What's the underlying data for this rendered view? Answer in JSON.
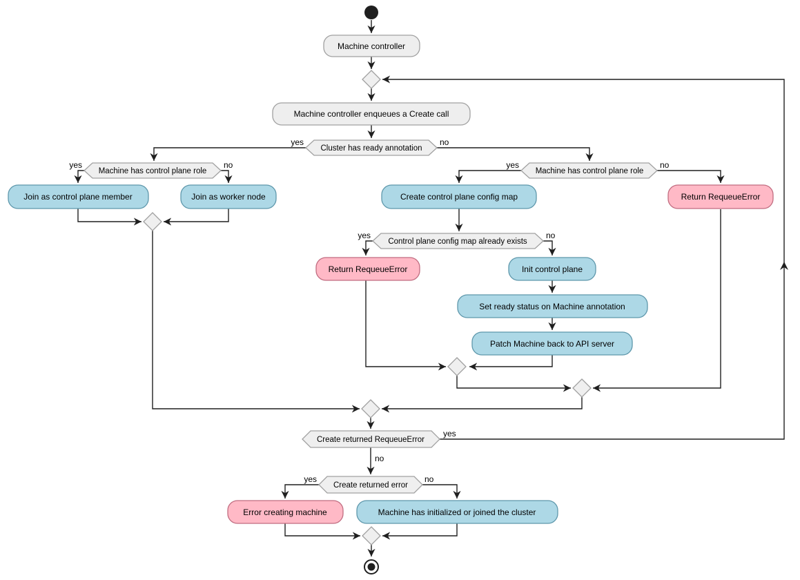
{
  "diagram": {
    "type": "activity-flowchart",
    "colors": {
      "background": "#ffffff",
      "activity_gray": "#eeeeee",
      "activity_blue": "#add8e6",
      "activity_pink": "#ffb9c6",
      "decision_fill": "#efefef",
      "node_black": "#1f1f1f"
    },
    "activities": {
      "machine_controller": "Machine controller",
      "enqueue_create": "Machine controller enqueues a Create call",
      "join_control_plane": "Join as control plane member",
      "join_worker": "Join as worker node",
      "create_config_map": "Create control plane config map",
      "return_requeue_no_role": "Return RequeueError",
      "return_requeue_map_exists": "Return RequeueError",
      "init_control_plane": "Init control plane",
      "set_ready_status": "Set ready status on Machine annotation",
      "patch_machine": "Patch Machine back to API server",
      "error_creating_machine": "Error creating machine",
      "machine_initialized": "Machine has initialized or joined the cluster"
    },
    "decisions": {
      "cluster_has_ready_annotation": "Cluster has ready annotation",
      "machine_has_cp_role_ready": "Machine has control plane role",
      "machine_has_cp_role_not_ready": "Machine has control plane role",
      "config_map_exists": "Control plane config map already exists",
      "create_returned_requeue": "Create returned RequeueError",
      "create_returned_error": "Create returned error"
    },
    "labels": {
      "yes": "yes",
      "no": "no"
    }
  }
}
